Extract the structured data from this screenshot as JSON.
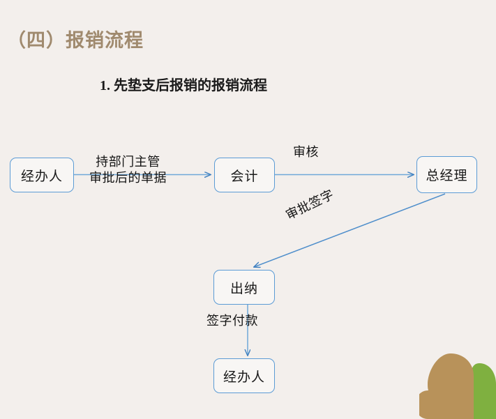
{
  "slide": {
    "title": "（四）报销流程",
    "subtitle": "1. 先垫支后报销的报销流程",
    "background_color": "#F3EFEC",
    "title_color": "#A08A6E",
    "accent_color": "#5B9BD5",
    "decor_colors": {
      "cloud": "#B8925A",
      "leaf": "#7FB040"
    }
  },
  "flowchart": {
    "nodes": [
      {
        "id": "handler",
        "label": "经办人"
      },
      {
        "id": "accountant",
        "label": "会计"
      },
      {
        "id": "gm",
        "label": "总经理"
      },
      {
        "id": "cashier",
        "label": "出纳"
      },
      {
        "id": "handler2",
        "label": "经办人"
      }
    ],
    "edges": [
      {
        "id": "handler-to-accountant",
        "from": "handler",
        "to": "accountant",
        "label_line1": "持部门主管",
        "label_line2": "审批后的单据"
      },
      {
        "id": "accountant-to-gm",
        "from": "accountant",
        "to": "gm",
        "label": "审核"
      },
      {
        "id": "gm-to-cashier",
        "from": "gm",
        "to": "cashier",
        "label": "审批签字"
      },
      {
        "id": "cashier-to-handler",
        "from": "cashier",
        "to": "handler2",
        "label": "签字付款"
      }
    ]
  }
}
